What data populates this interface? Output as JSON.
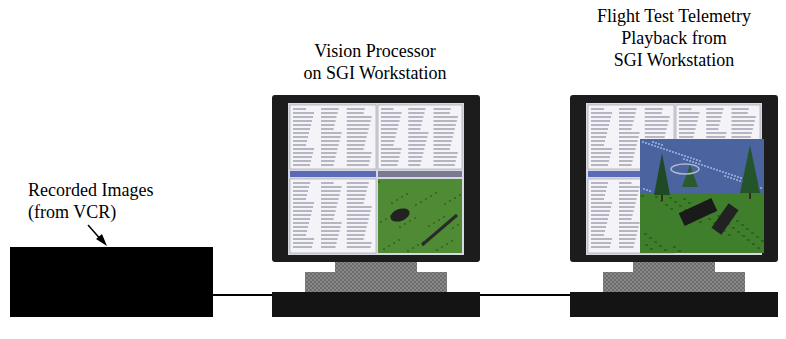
{
  "diagram": {
    "nodes": [
      {
        "text": [
          "Recorded Images (from VCR)"
        ]
      },
      {
        "text": [
          "Vision Processor on SGI Workstation"
        ]
      },
      {
        "text": [
          "Flight Test Telemetry Playback from SGI Workstation"
        ]
      }
    ],
    "edges": [
      {
        "from": 0,
        "to": 1,
        "arrow": "none"
      },
      {
        "from": 1,
        "to": 2,
        "arrow": "none"
      }
    ]
  }
}
